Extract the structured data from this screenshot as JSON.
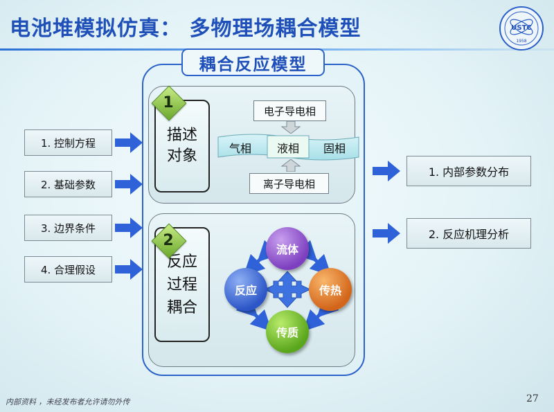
{
  "header": {
    "title": "电池堆模拟仿真： 多物理场耦合模型",
    "logo_text": "USTC",
    "logo_year": "1958"
  },
  "coupling_model": {
    "title": "耦合反应模型",
    "section1": {
      "number": "1",
      "label_line1": "描述",
      "label_line2": "对象",
      "electron_phase": "电子导电相",
      "gas_phase": "气相",
      "liquid_phase": "液相",
      "solid_phase": "固相",
      "ion_phase": "离子导电相"
    },
    "section2": {
      "number": "2",
      "label_line1": "反应",
      "label_line2": "过程",
      "label_line3": "耦合",
      "nodes": {
        "flow": "流体",
        "reaction": "反应",
        "heat": "传热",
        "mass": "传质"
      }
    }
  },
  "inputs": [
    {
      "label": "1. 控制方程"
    },
    {
      "label": "2. 基础参数"
    },
    {
      "label": "3. 边界条件"
    },
    {
      "label": "4. 合理假设"
    }
  ],
  "outputs": [
    {
      "label": "1. 内部参数分布"
    },
    {
      "label": "2. 反应机理分析"
    }
  ],
  "footer": {
    "note": "内部资料 ，未经发布者允许请勿外传",
    "page_number": "27"
  },
  "colors": {
    "title_blue": "#1f4fb8",
    "arrow_blue": "#2f62d8",
    "accent_green": "#6aa82c"
  }
}
